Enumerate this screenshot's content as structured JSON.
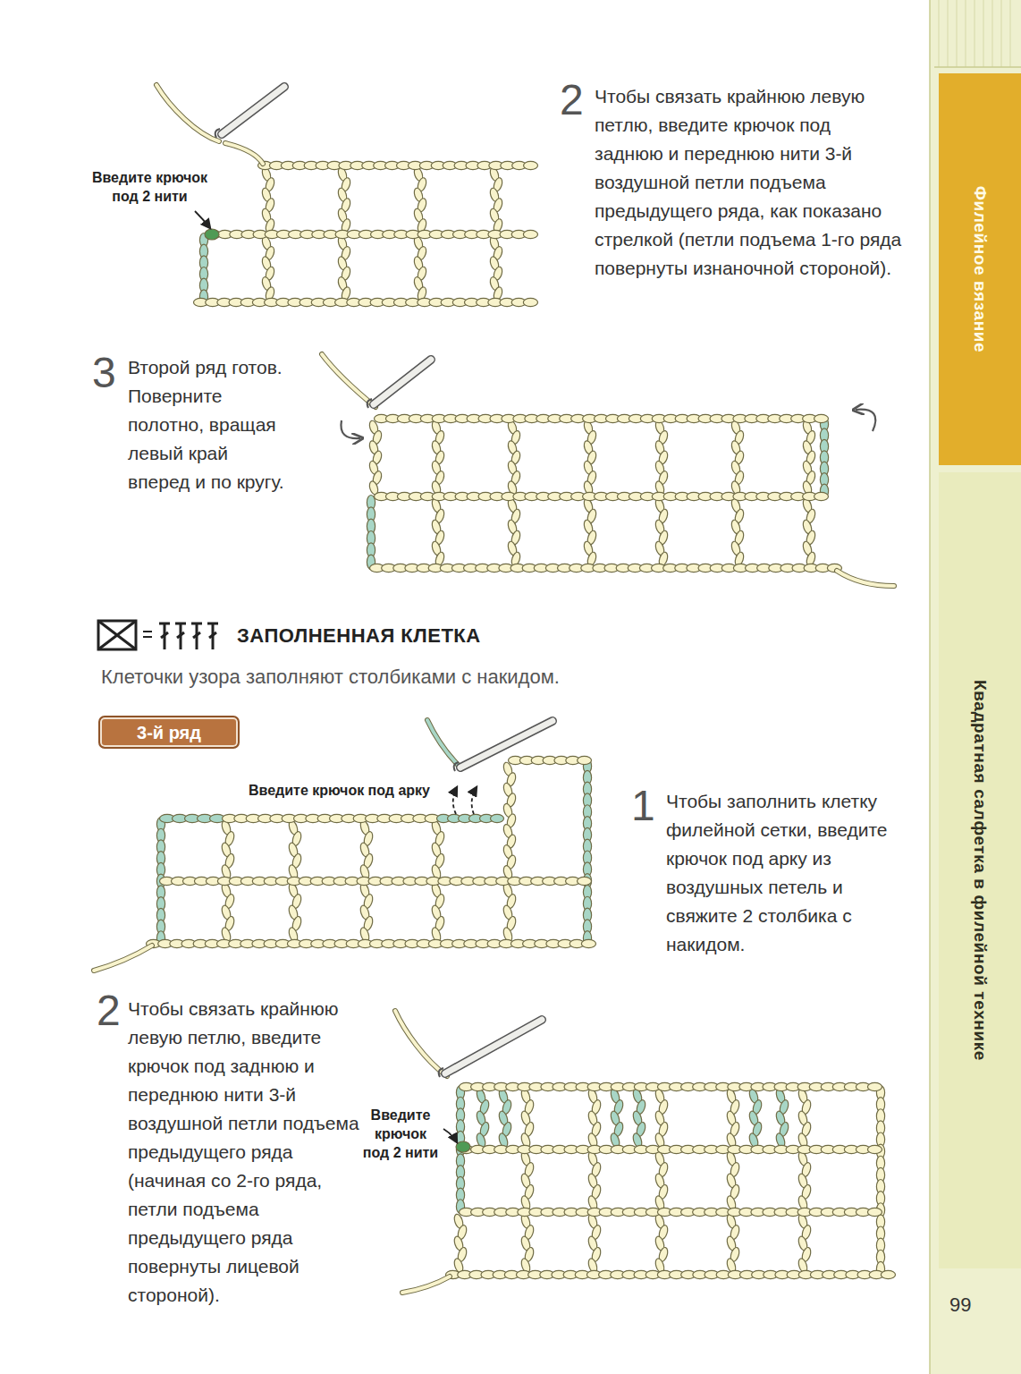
{
  "diagram": {
    "title": "ЗАПОЛНЕННАЯ КЛЕТКА",
    "nodes": [
      {
        "text": [
          "Филейное вязание"
        ]
      },
      {
        "text": [
          "Квадратная салфетка в филейной технике"
        ]
      },
      {
        "text": [
          "3-й ряд"
        ]
      }
    ],
    "labels": [
      "2",
      "Чтобы связать крайнюю левую петлю, введите крючок под заднюю и переднюю нити 3-й воздушной петли подъема предыдущего ряда, как показано стрелкой (петли подъема 1-го ряда повернуты изнаночной стороной).",
      "Введите крючок под 2 нити",
      "3",
      "Второй ряд готов. Поверните полотно, вращая левый край вперед и по кругу.",
      "Клеточки узора заполняют столбиками с накидом.",
      "Введите крючок под арку",
      "1",
      "Чтобы заполнить клетку филейной сетки, введите крючок под арку из воздушных петель и свяжите 2 столбика с накидом.",
      "2",
      "Чтобы связать крайнюю левую петлю, введите крючок под заднюю и переднюю нити 3-й воздушной петли подъема предыдущего ряда (начиная со 2-го ряда, петли подъема предыдущего ряда повернуты лицевой стороной).",
      "Введите крючок под 2 нити",
      "99"
    ]
  }
}
